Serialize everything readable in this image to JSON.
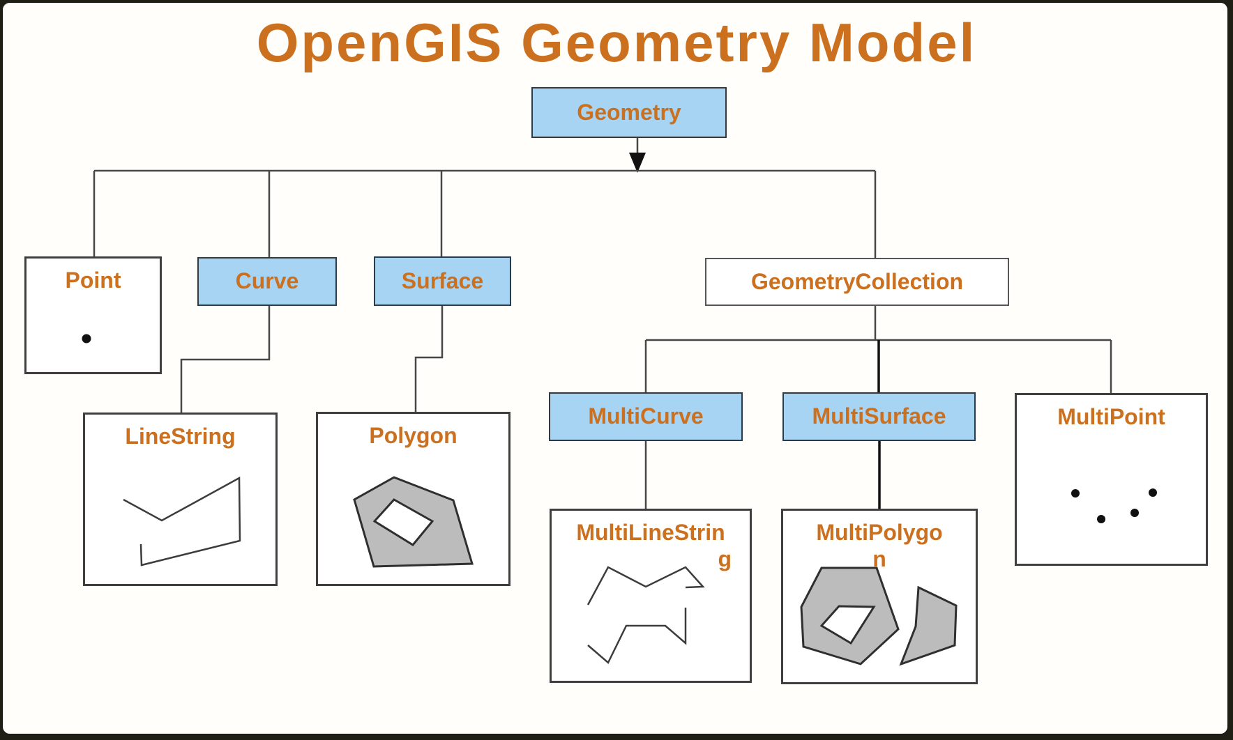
{
  "title": "OpenGIS Geometry Model",
  "colors": {
    "accent_text": "#cb701f",
    "class_fill_blue": "#a8d4f4",
    "shape_gray": "#bcbcbc",
    "line_color": "#474747",
    "frame_bg": "#201f16",
    "canvas_bg": "#fffefa"
  },
  "nodes": {
    "geometry": {
      "label": "Geometry"
    },
    "point": {
      "label": "Point"
    },
    "curve": {
      "label": "Curve"
    },
    "surface": {
      "label": "Surface"
    },
    "geometry_collection": {
      "label": "GeometryCollection"
    },
    "linestring": {
      "label": "LineString"
    },
    "polygon": {
      "label": "Polygon"
    },
    "multicurve": {
      "label": "MultiCurve"
    },
    "multisurface": {
      "label": "MultiSurface"
    },
    "multipoint": {
      "label": "MultiPoint"
    },
    "multilinestring": {
      "label_line1": "MultiLineStrin",
      "label_line2": "g"
    },
    "multipolygon": {
      "label_line1": "MultiPolygo",
      "label_line2": "n"
    }
  }
}
